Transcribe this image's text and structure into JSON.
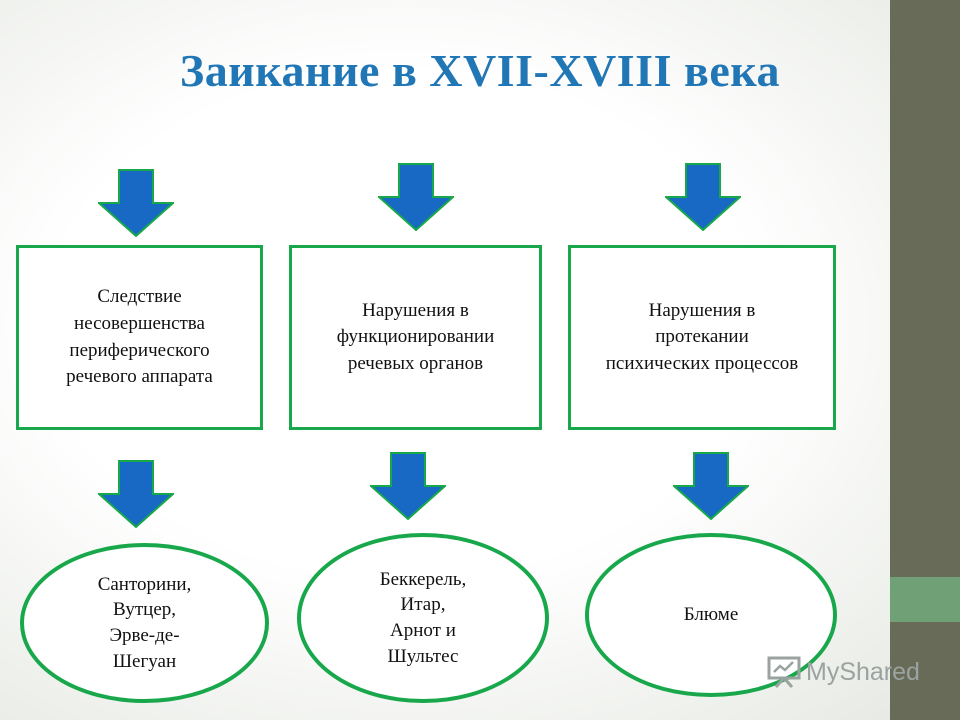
{
  "title": "Заикание в XVII-XVIII века",
  "columns": [
    {
      "cause": "Следствие\nнесовершенства\nпериферического\nречевого аппарата",
      "authors": "Санторини,\nВутцер,\nЭрве-де-\nШегуан"
    },
    {
      "cause": "Нарушения в\nфункционировании\nречевых органов",
      "authors": "Беккерель,\nИтар,\nАрнот и\nШультес"
    },
    {
      "cause": "Нарушения в\nпротекании\nпсихических процессов",
      "authors": "Блюме"
    }
  ],
  "watermark": "MyShared",
  "colors": {
    "title": "#2176b6",
    "arrow": "#1769c4",
    "border": "#18a84b",
    "sidebar": "#676b57",
    "sidebar_accent": "#6fa076"
  },
  "icons": {
    "arrow": "arrow-down-icon",
    "watermark": "presentation-board-icon"
  }
}
